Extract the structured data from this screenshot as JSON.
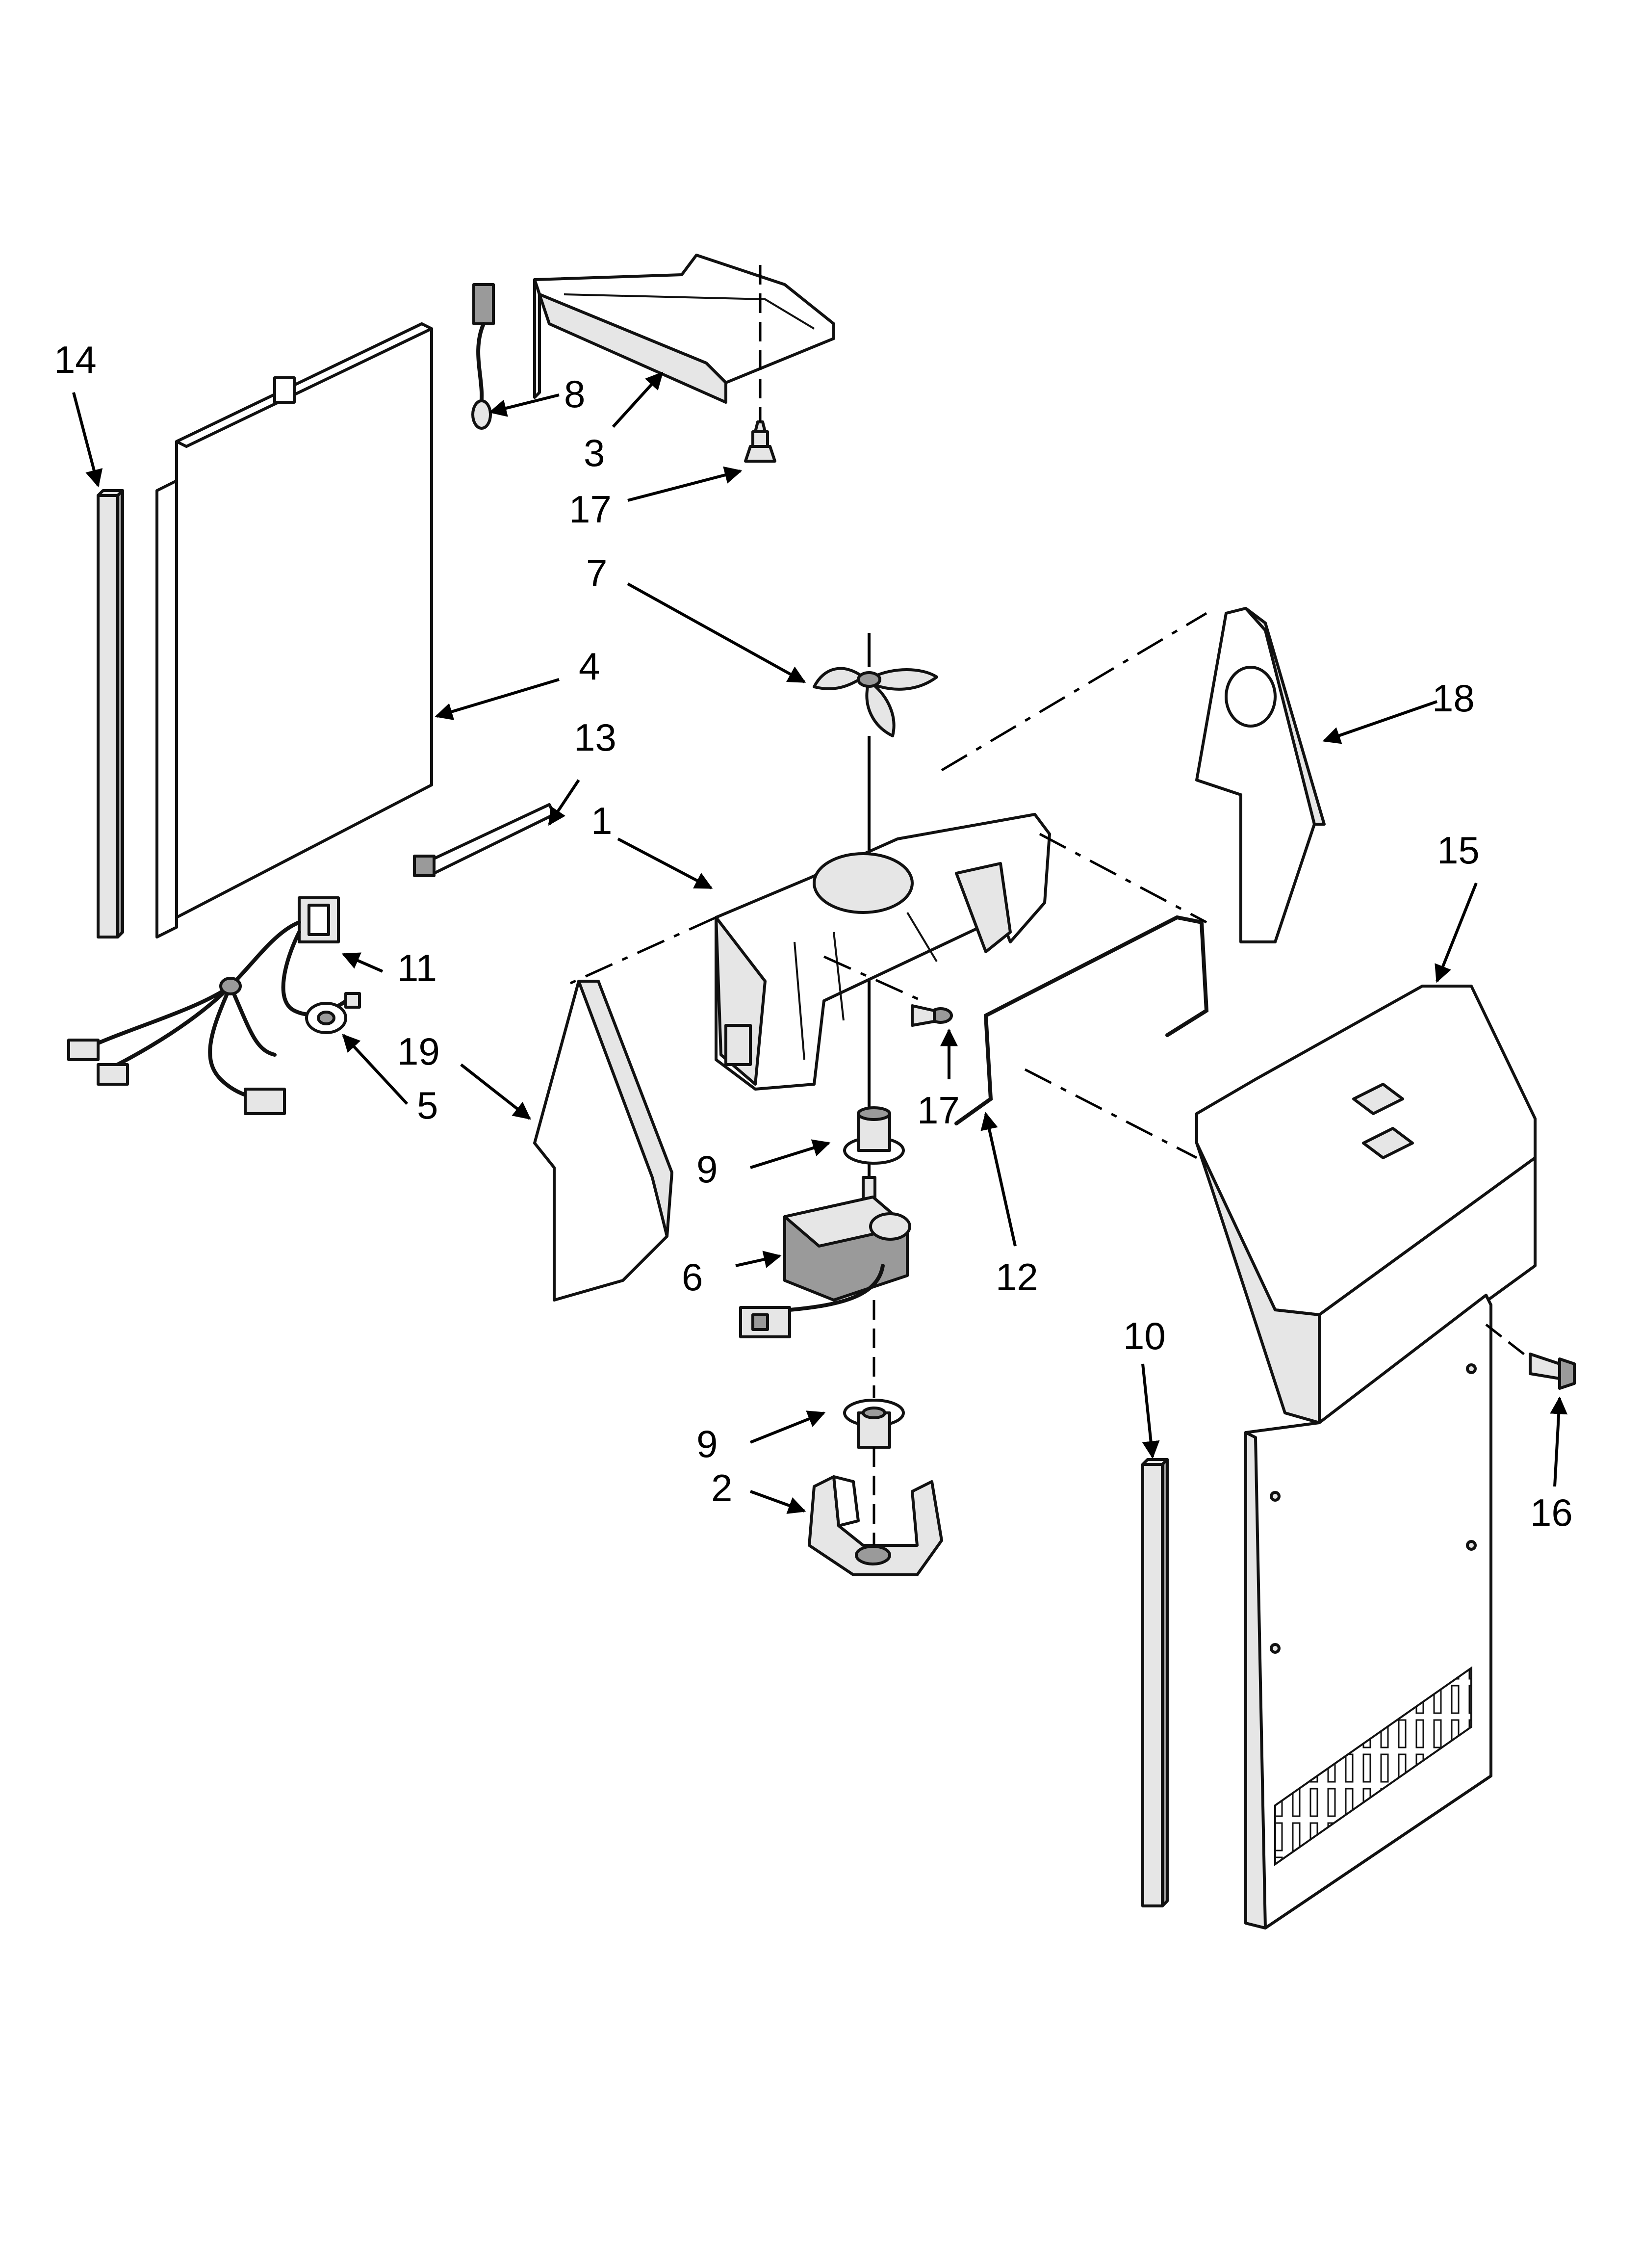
{
  "callouts": {
    "c1": "1",
    "c2": "2",
    "c3": "3",
    "c4": "4",
    "c5": "5",
    "c6": "6",
    "c7": "7",
    "c8": "8",
    "c9a": "9",
    "c9b": "9",
    "c10": "10",
    "c11": "11",
    "c12": "12",
    "c13": "13",
    "c14": "14",
    "c15": "15",
    "c16": "16",
    "c17a": "17",
    "c17b": "17",
    "c18": "18",
    "c19": "19"
  }
}
